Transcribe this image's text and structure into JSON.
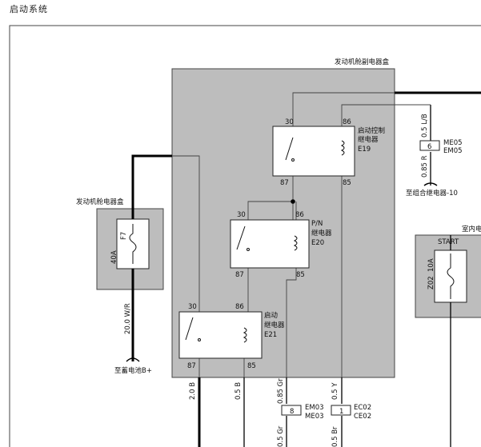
{
  "page_title": "启动系统",
  "boxes": {
    "engine_sub_box": "发动机舱副电器盒",
    "engine_box": "发动机舱电器盒",
    "interior_box_partial": "室内电"
  },
  "relays": {
    "control": {
      "name_line1": "启动控制",
      "name_line2": "继电器",
      "code": "E19",
      "pins": [
        "30",
        "86",
        "87",
        "85"
      ]
    },
    "pn": {
      "name_line1": "P/N",
      "name_line2": "继电器",
      "code": "E20",
      "pins": [
        "30",
        "86",
        "87",
        "85"
      ]
    },
    "start": {
      "name_line1": "启动",
      "name_line2": "继电器",
      "code": "E21",
      "pins": [
        "30",
        "86",
        "87",
        "85"
      ]
    }
  },
  "fuses": {
    "f7": {
      "code": "F7",
      "rating": "40A"
    },
    "z02": {
      "code": "Z02",
      "rating": "10A",
      "label": "START"
    }
  },
  "wires": {
    "battery": "20.0 W/R",
    "w_20b": "2.0 B",
    "w_05b": "0.5 B",
    "w_085gr": "0.85 Gr",
    "w_05y": "0.5 Y",
    "w_05lb": "0.5 L/B",
    "w_085r": "0.85 R",
    "w_05gr": "0.5 Gr",
    "w_05br": "0.5 Br"
  },
  "connectors": {
    "me05": {
      "pin": "6",
      "line1": "ME05",
      "line2": "EM05"
    },
    "em03": {
      "pin": "8",
      "line1": "EM03",
      "line2": "ME03"
    },
    "ec02": {
      "pin": "1",
      "line1": "EC02",
      "line2": "CE02"
    }
  },
  "destinations": {
    "battery": "至蓄电池B+",
    "combo_relay": "至组合继电器-10"
  }
}
